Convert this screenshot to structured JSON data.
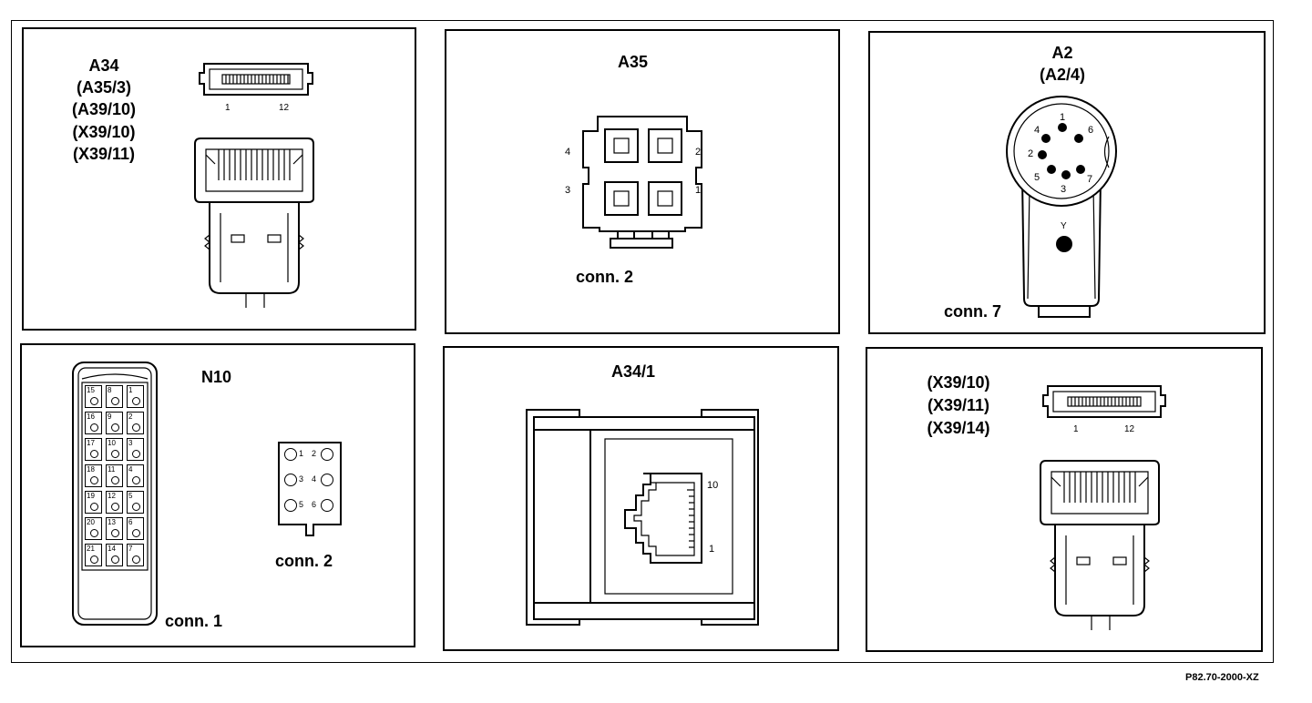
{
  "panels": {
    "a34": {
      "labels": [
        "A34",
        "(A35/3)",
        "(A39/10)",
        "(X39/10)",
        "(X39/11)"
      ],
      "pin_first": "1",
      "pin_last": "12"
    },
    "a35": {
      "title": "A35",
      "pins": [
        "4",
        "2",
        "3",
        "1"
      ],
      "conn": "conn. 2"
    },
    "a2": {
      "title": "A2",
      "subtitle": "(A2/4)",
      "pins": [
        "1",
        "4",
        "6",
        "2",
        "5",
        "7",
        "3"
      ],
      "marker": "Y",
      "conn": "conn. 7"
    },
    "n10": {
      "title": "N10",
      "conn1": "conn. 1",
      "conn2": "conn. 2",
      "grid_pins": [
        [
          "15",
          "8",
          "1"
        ],
        [
          "16",
          "9",
          "2"
        ],
        [
          "17",
          "10",
          "3"
        ],
        [
          "18",
          "11",
          "4"
        ],
        [
          "19",
          "12",
          "5"
        ],
        [
          "20",
          "13",
          "6"
        ],
        [
          "21",
          "14",
          "7"
        ]
      ],
      "small_pins": [
        [
          "1",
          "2"
        ],
        [
          "3",
          "4"
        ],
        [
          "5",
          "6"
        ]
      ]
    },
    "a341": {
      "title": "A34/1",
      "pin_top": "10",
      "pin_bottom": "1"
    },
    "x39": {
      "labels": [
        "(X39/10)",
        "(X39/11)",
        "(X39/14)"
      ],
      "pin_first": "1",
      "pin_last": "12"
    }
  },
  "reference": "P82.70-2000-XZ"
}
